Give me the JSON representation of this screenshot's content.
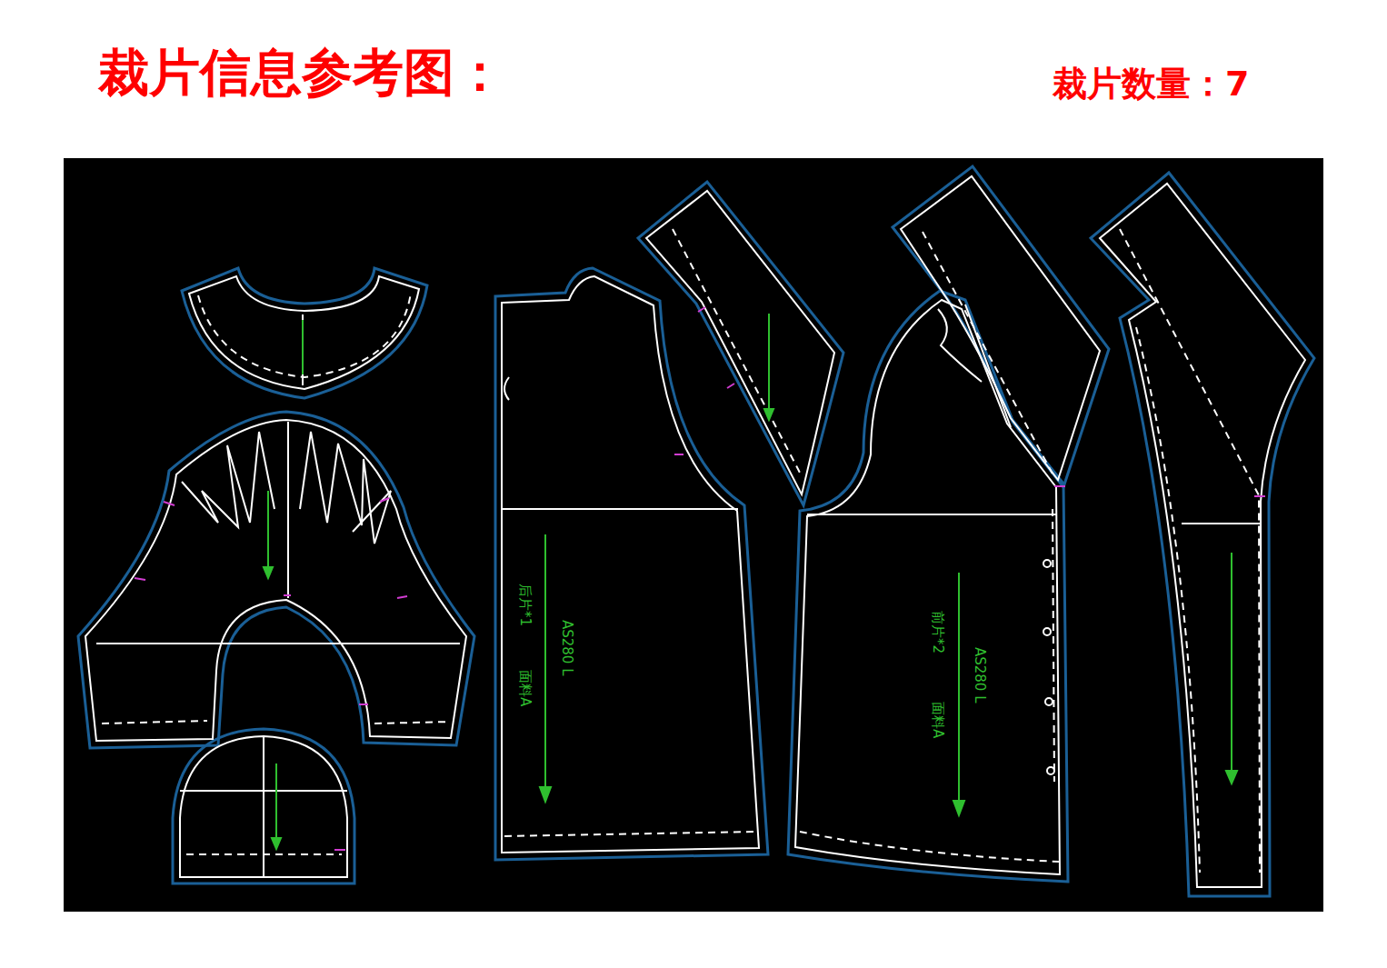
{
  "diagram": {
    "title": "裁片信息参考图：",
    "labels": [
      "裁片数量：7",
      "后片*1",
      "AS280 L",
      "面料A",
      "前片*2",
      "AS280 L",
      "面料A"
    ]
  }
}
